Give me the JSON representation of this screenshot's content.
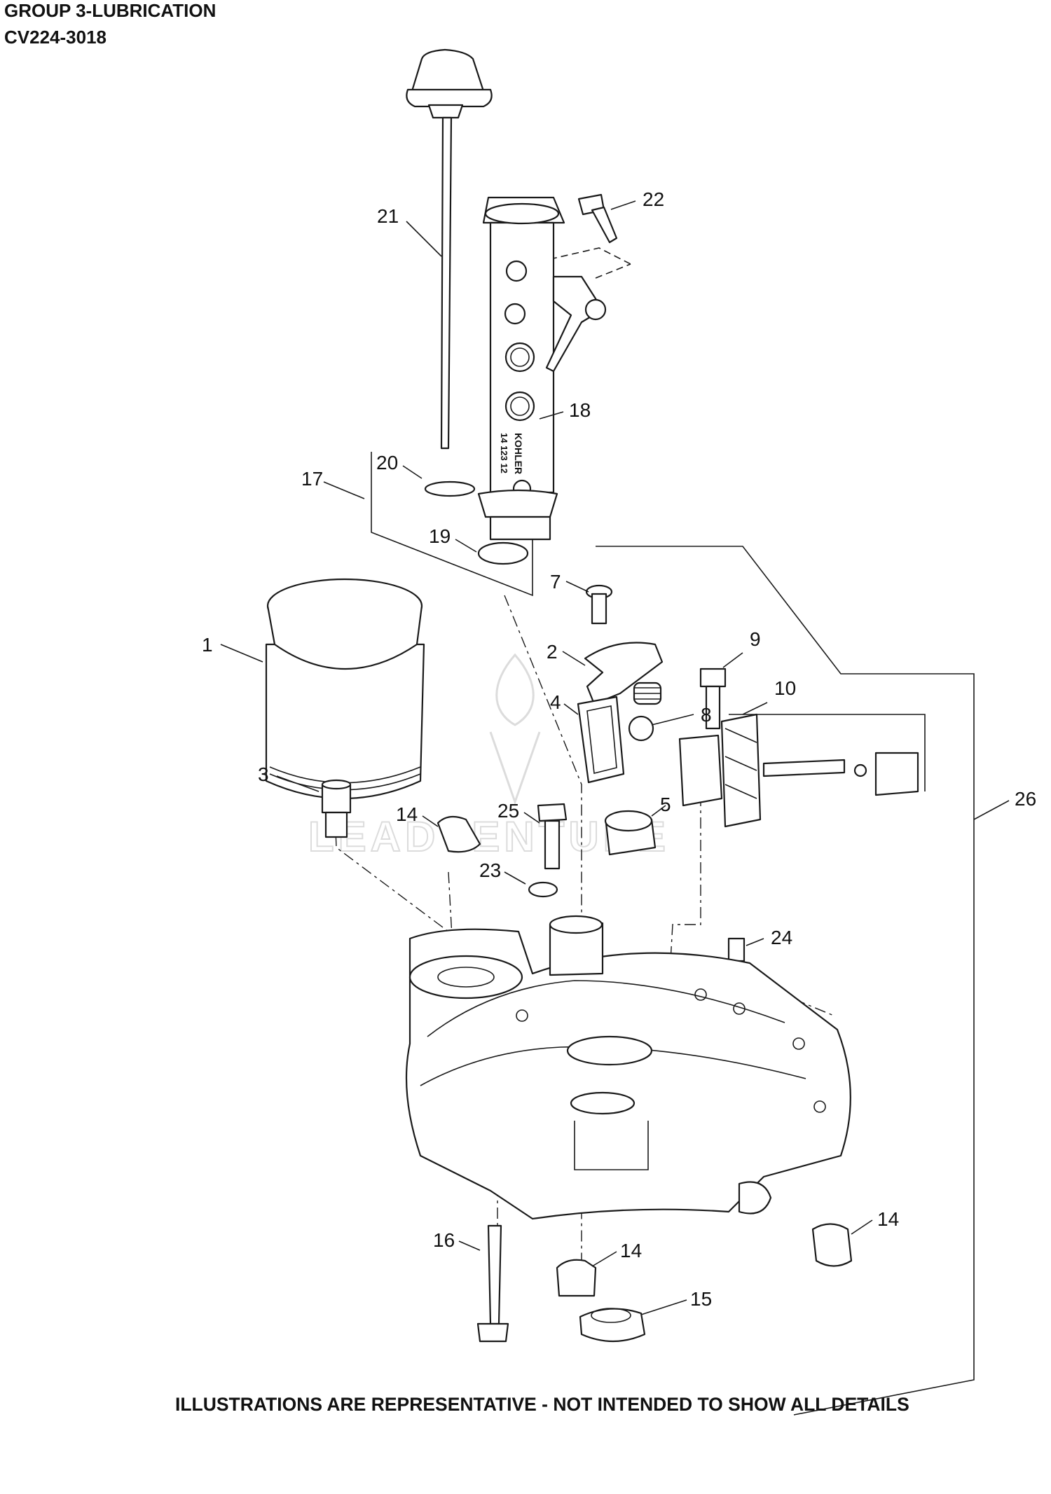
{
  "header": {
    "group_title": "GROUP 3-LUBRICATION",
    "model": "CV224-3018"
  },
  "footer": {
    "disclaimer": "ILLUSTRATIONS ARE REPRESENTATIVE - NOT INTENDED TO SHOW ALL DETAILS"
  },
  "diagram": {
    "part_labels": {
      "filter_cap_text": "KOHLER",
      "filter_cap_code": "14 123 12"
    },
    "callouts": [
      "22",
      "21",
      "18",
      "20",
      "17",
      "19",
      "7",
      "9",
      "1",
      "2",
      "10",
      "4",
      "8",
      "3",
      "26",
      "14",
      "25",
      "5",
      "23",
      "24",
      "14",
      "16",
      "14",
      "15"
    ]
  }
}
